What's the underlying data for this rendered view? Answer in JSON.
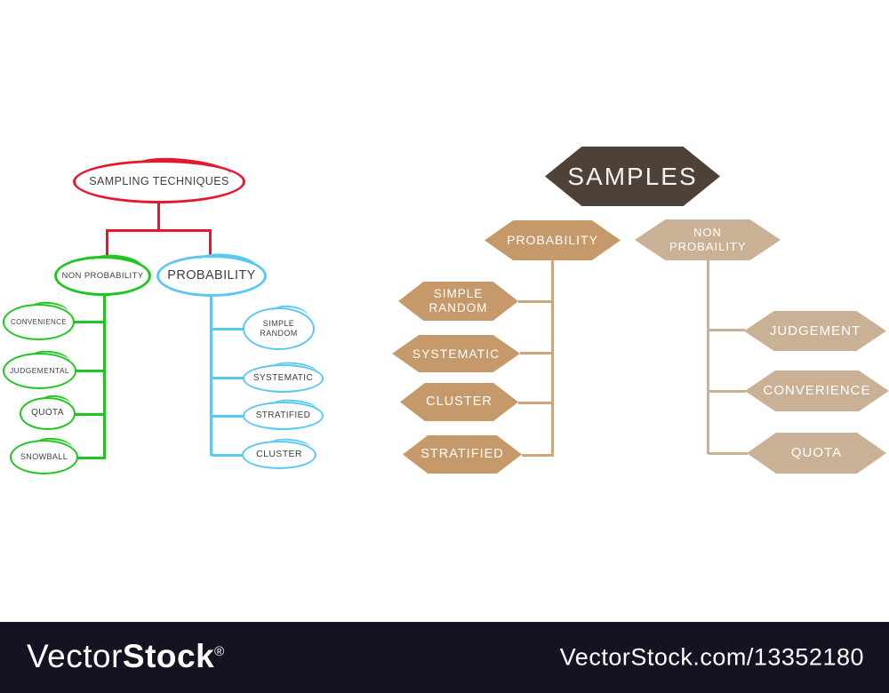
{
  "left_diagram": {
    "root": {
      "label": "SAMPLING TECHNIQUES",
      "color": "#e6182e"
    },
    "branches": [
      {
        "label": "NON PROBABILITY",
        "color": "#1fc61f",
        "children": [
          {
            "label": "CONVENIENCE"
          },
          {
            "label": "JUDGEMENTAL"
          },
          {
            "label": "QUOTA"
          },
          {
            "label": "SNOWBALL"
          }
        ]
      },
      {
        "label": "PROBABILITY",
        "color": "#5cc8f2",
        "children": [
          {
            "label": "SIMPLE RANDOM"
          },
          {
            "label": "SYSTEMATIC"
          },
          {
            "label": "STRATIFIED"
          },
          {
            "label": "CLUSTER"
          }
        ]
      }
    ],
    "text_color": "#3f3f3f"
  },
  "right_diagram": {
    "root": {
      "label": "SAMPLES",
      "color": "#4e4138"
    },
    "branches": [
      {
        "label": "PROBABILITY",
        "color": "#c6996a",
        "connector_color": "#cda67c",
        "children": [
          {
            "label": "SIMPLE RANDOM"
          },
          {
            "label": "SYSTEMATIC"
          },
          {
            "label": "CLUSTER"
          },
          {
            "label": "STRATIFIED"
          }
        ]
      },
      {
        "label": "NON PROBAILITY",
        "color": "#cab195",
        "connector_color": "#cab195",
        "children": [
          {
            "label": "JUDGEMENT"
          },
          {
            "label": "CONVERIENCE"
          },
          {
            "label": "QUOTA"
          }
        ]
      }
    ],
    "text_color": "#ffffff"
  },
  "watermark": {
    "brand_light": "Vector",
    "brand_bold": "Stock",
    "registered_mark": "®",
    "site_ref": "VectorStock.com/13352180",
    "bar_color": "#131322"
  }
}
